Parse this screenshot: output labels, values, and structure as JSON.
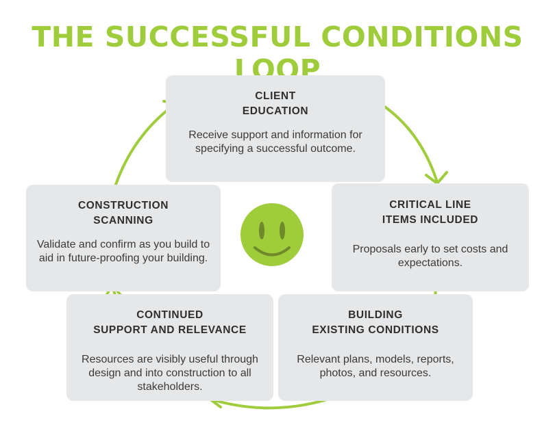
{
  "title": "THE SUCCESSFUL CONDITIONS LOOP",
  "steps": [
    {
      "title_lines": [
        "CLIENT",
        "EDUCATION"
      ],
      "text": "Receive support and information for specifying a successful outcome."
    },
    {
      "title_lines": [
        "CRITICAL LINE",
        "ITEMS INCLUDED"
      ],
      "text": "Proposals early to set costs and expectations."
    },
    {
      "title_lines": [
        "BUILDING",
        "EXISTING CONDITIONS"
      ],
      "text": "Relevant plans, models, reports, photos, and resources."
    },
    {
      "title_lines": [
        "CONTINUED",
        "SUPPORT AND RELEVANCE"
      ],
      "text": "Resources are visibly useful through design and into construction to all stakeholders."
    },
    {
      "title_lines": [
        "CONSTRUCTION",
        "SCANNING"
      ],
      "text": "Validate and confirm as you build to aid in future-proofing your building."
    }
  ],
  "colors": {
    "accent": "#9fcc3b",
    "box": "#e6e7e8",
    "face_dark": "#6f8a2a"
  },
  "icons": {
    "center": "smiley-face-icon",
    "arrows": "curved-arrow-icon"
  }
}
